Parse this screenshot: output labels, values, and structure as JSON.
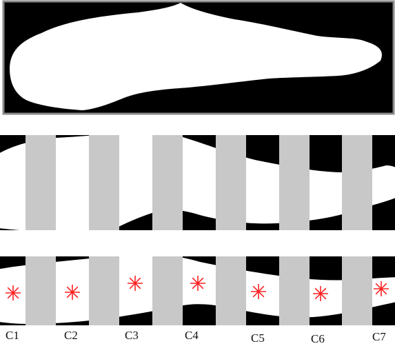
{
  "panels": [
    {
      "id": "silhouette",
      "description_hidden": true
    },
    {
      "id": "segmented"
    },
    {
      "id": "centroids"
    }
  ],
  "columns": [
    {
      "label": "C1"
    },
    {
      "label": "C2"
    },
    {
      "label": "C3"
    },
    {
      "label": "C4"
    },
    {
      "label": "C5"
    },
    {
      "label": "C6"
    },
    {
      "label": "C7"
    }
  ],
  "colors": {
    "background": "#000000",
    "shape": "#ffffff",
    "separator": "#c8c8c8",
    "marker": "#ff2020",
    "border": "#8a8a8a"
  }
}
